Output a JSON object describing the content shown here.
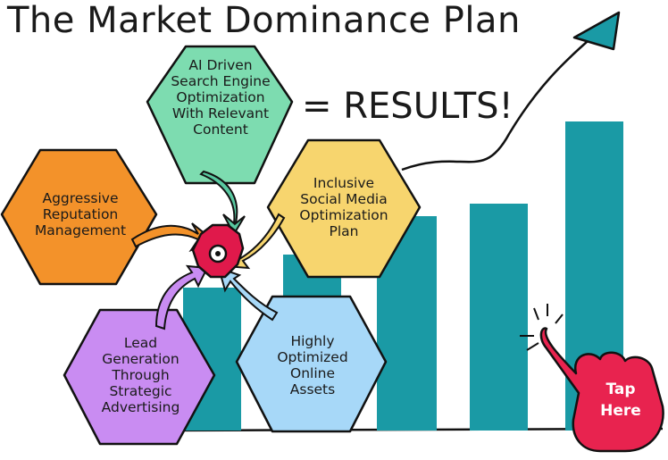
{
  "title": "The Market Dominance Plan",
  "results_text": "= RESULTS!",
  "hexagons": [
    {
      "id": "seo",
      "label": "AI Driven Search Engine Optimization With Relevant Content",
      "lines": [
        "AI Driven",
        "Search Engine",
        "Optimization",
        "With Relevant",
        "Content"
      ],
      "color": "#7ddcb0"
    },
    {
      "id": "reputation",
      "label": "Aggressive Reputation Management",
      "lines": [
        "Aggressive",
        "Reputation",
        "Management"
      ],
      "color": "#f3922a"
    },
    {
      "id": "social",
      "label": "Inclusive Social Media Optimization Plan",
      "lines": [
        "Inclusive",
        "Social Media",
        "Optimization",
        "Plan"
      ],
      "color": "#f7d56e"
    },
    {
      "id": "lead",
      "label": "Lead Generation Through Strategic Advertising",
      "lines": [
        "Lead",
        "Generation",
        "Through",
        "Strategic",
        "Advertising"
      ],
      "color": "#c98cf2"
    },
    {
      "id": "assets",
      "label": "Highly Optimized Online Assets",
      "lines": [
        "Highly",
        "Optimized",
        "Online",
        "Assets"
      ],
      "color": "#a7d8f8"
    }
  ],
  "tap_button": {
    "lines": [
      "Tap",
      "Here"
    ]
  },
  "colors": {
    "bar": "#1a9aa5",
    "hand": "#e8234f",
    "hub": "#e0194b"
  }
}
